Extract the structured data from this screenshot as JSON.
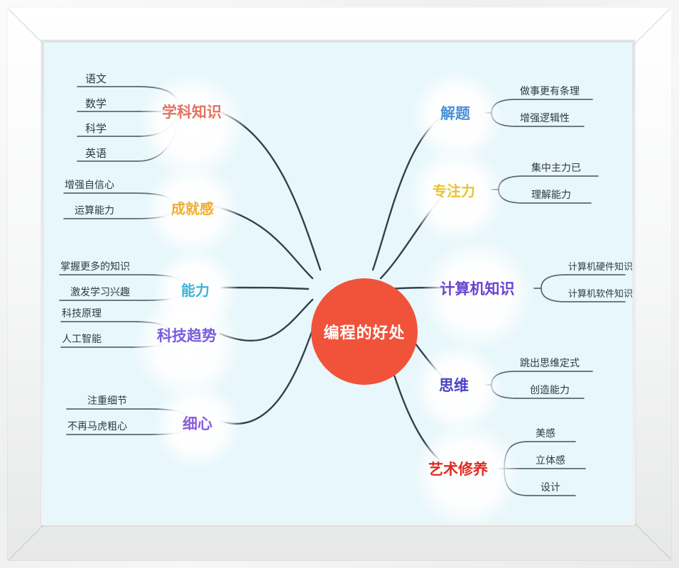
{
  "canvas": {
    "background": "#e8f7fb",
    "frame_color": "#f2f3f3"
  },
  "center": {
    "label": "编程的好处",
    "color": "#f0523a",
    "text_color": "#ffffff"
  },
  "colors": {
    "connector": "#33404d",
    "leaf_text": "#2f3a45",
    "halo": "#ffffff"
  },
  "branches": [
    {
      "id": "subject-knowledge",
      "label": "学科知识",
      "color": "#e8705f",
      "side": "left",
      "children": [
        "语文",
        "数学",
        "科学",
        "英语"
      ]
    },
    {
      "id": "achievement",
      "label": "成就感",
      "color": "#f0ad2e",
      "side": "left",
      "children": [
        "增强自信心",
        "运算能力"
      ]
    },
    {
      "id": "ability",
      "label": "能力",
      "color": "#3ab4d8",
      "side": "left",
      "children": [
        "掌握更多的知识",
        "激发学习兴趣"
      ]
    },
    {
      "id": "tech-trend",
      "label": "科技趋势",
      "color": "#7a5ce0",
      "side": "left",
      "children": [
        "科技原理",
        "人工智能"
      ]
    },
    {
      "id": "carefulness",
      "label": "细心",
      "color": "#8a5ce0",
      "side": "left",
      "children": [
        "注重细节",
        "不再马虎粗心"
      ]
    },
    {
      "id": "problem-solving",
      "label": "解题",
      "color": "#4a8fd8",
      "side": "right",
      "children": [
        "做事更有条理",
        "增强逻辑性"
      ]
    },
    {
      "id": "focus",
      "label": "专注力",
      "color": "#e8c430",
      "side": "right",
      "children": [
        "集中主力已",
        "理解能力"
      ]
    },
    {
      "id": "computer-knowledge",
      "label": "计算机知识",
      "color": "#6a42d0",
      "side": "right",
      "children": [
        "计算机硬件知识",
        "计算机软件知识"
      ]
    },
    {
      "id": "thinking",
      "label": "思维",
      "color": "#4a43c8",
      "side": "right",
      "children": [
        "跳出思维定式",
        "创造能力"
      ]
    },
    {
      "id": "art-cultivation",
      "label": "艺术修养",
      "color": "#e02b1e",
      "side": "right",
      "children": [
        "美感",
        "立体感",
        "设计"
      ]
    }
  ]
}
